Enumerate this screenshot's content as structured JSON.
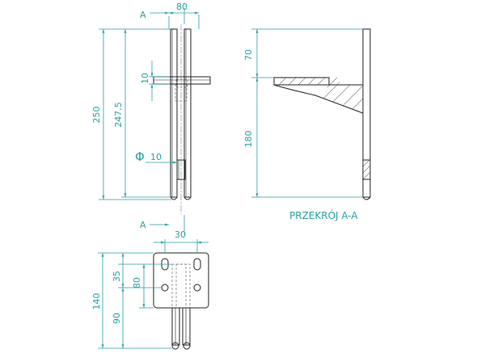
{
  "section_marks": {
    "top": "A",
    "bottom": "A"
  },
  "front_view": {
    "dim_width": "80",
    "dim_total_height": "250",
    "dim_inner_height": "247,5",
    "dim_plate_thickness": "10",
    "dim_diameter_symbol": "Φ",
    "dim_diameter_value": "10"
  },
  "section_view": {
    "dim_upper": "70",
    "dim_lower": "180",
    "title": "PRZEKRÓJ A-A"
  },
  "top_view": {
    "dim_width": "30",
    "dim_hole_spacing": "35",
    "dim_slot_height": "80",
    "dim_total_height": "140",
    "dim_lower": "90"
  }
}
